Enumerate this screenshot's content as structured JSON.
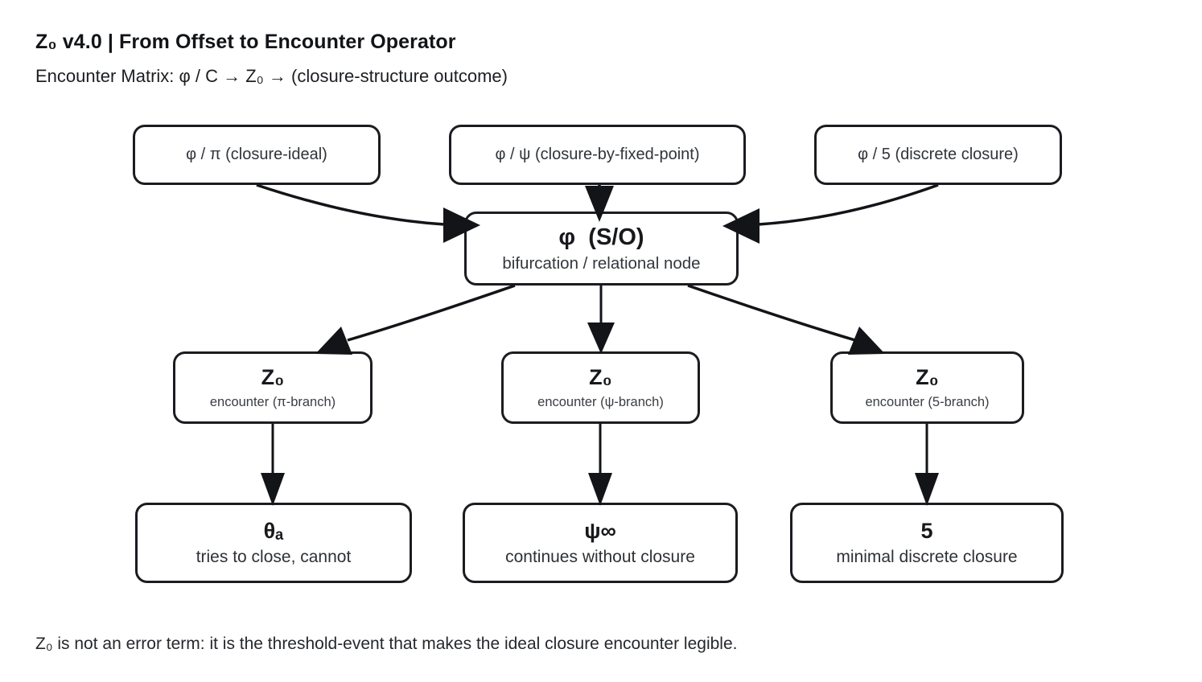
{
  "header": {
    "title": "Z₀ v4.0 | From Offset to Encounter Operator",
    "subtitle": "Encounter Matrix: φ / C → Z₀ → (closure-structure outcome)"
  },
  "diagram": {
    "inputs": [
      {
        "label": "φ / π (closure-ideal)"
      },
      {
        "label": "φ / ψ (closure-by-fixed-point)"
      },
      {
        "label": "φ / 5 (discrete closure)"
      }
    ],
    "hub": {
      "label": "φ  (S/O)",
      "sublabel": "bifurcation / relational node"
    },
    "encounters": [
      {
        "label": "Z₀",
        "sublabel": "encounter (π-branch)"
      },
      {
        "label": "Z₀",
        "sublabel": "encounter (ψ-branch)"
      },
      {
        "label": "Z₀",
        "sublabel": "encounter (5-branch)"
      }
    ],
    "outcomes": [
      {
        "label": "θₐ",
        "sublabel": "tries to close, cannot"
      },
      {
        "label": "ψ∞",
        "sublabel": "continues without closure"
      },
      {
        "label": "5",
        "sublabel": "minimal discrete closure"
      }
    ]
  },
  "footer": {
    "note": "Z₀ is not an error term: it is the threshold-event that makes the ideal closure encounter legible."
  },
  "colors": {
    "ink": "#121418",
    "background": "#ffffff",
    "secondary_text": "#33373c"
  }
}
